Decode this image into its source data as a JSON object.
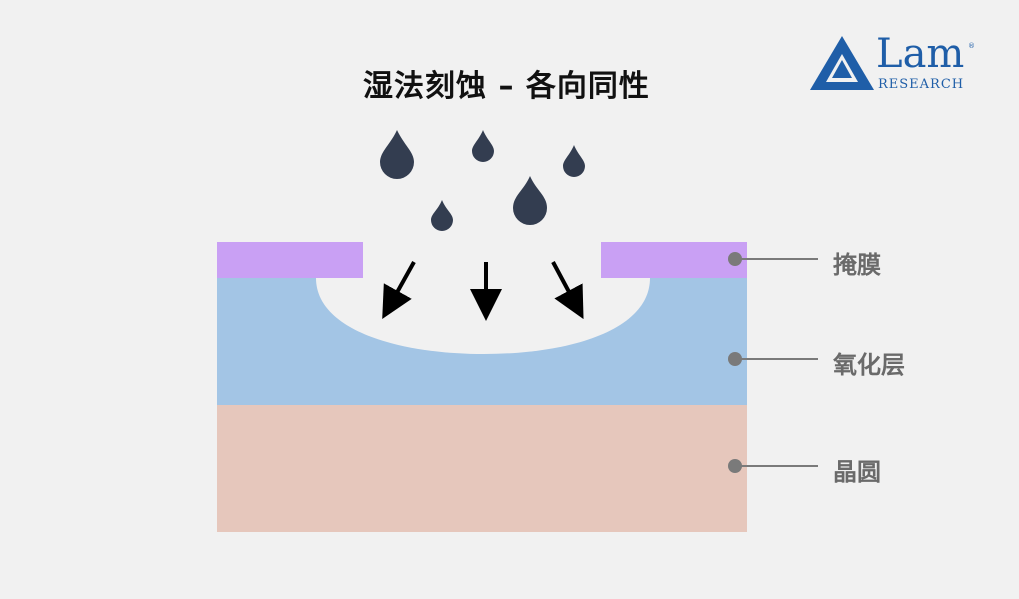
{
  "title": "湿法刻蚀 – 各向同性",
  "logo": {
    "name": "Lam",
    "subtitle": "RESEARCH",
    "registered_mark": "®"
  },
  "layers": [
    {
      "name": "掩膜"
    },
    {
      "name": "氧化层"
    },
    {
      "name": "晶圆"
    }
  ],
  "colors": {
    "background": "#f1f1f1",
    "mask": "#c9a0f4",
    "oxide": "#a3c5e5",
    "wafer": "#e6c7bc",
    "etch_cavity": "#f1f1f1",
    "droplet": "#333d50",
    "arrow": "#000000",
    "leader": "#7a7a7a",
    "logo": "#1f5ea8"
  },
  "icons": {
    "droplet": "droplet-icon",
    "arrow": "down-arrow-icon",
    "logo": "lam-research-logo"
  }
}
